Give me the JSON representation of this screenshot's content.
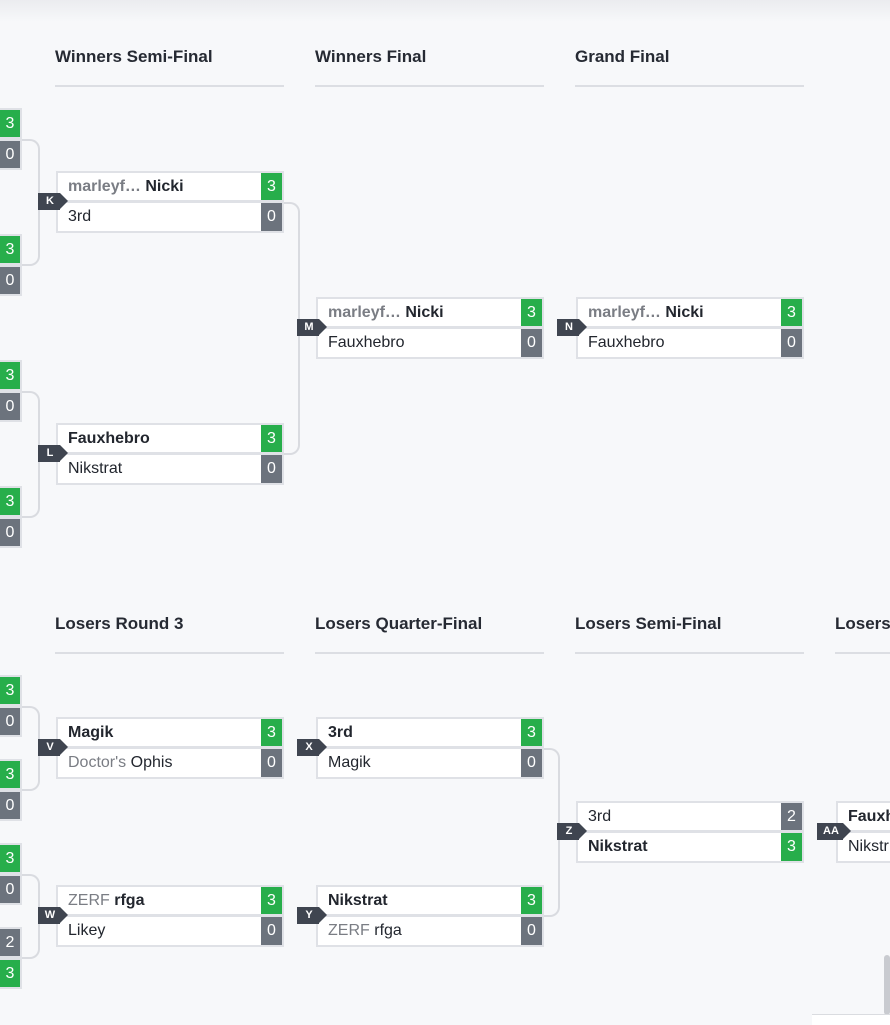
{
  "rounds": {
    "winners_semi": "Winners Semi-Final",
    "winners_final": "Winners Final",
    "grand_final": "Grand Final",
    "losers_r3": "Losers Round 3",
    "losers_qf": "Losers Quarter-Final",
    "losers_sf": "Losers Semi-Final",
    "losers_cut": "Losers"
  },
  "matches": {
    "K": {
      "tag": "K",
      "p1_prefix": "marleyf…",
      "p1_name": "Nicki",
      "p1_score": "3",
      "p2_name": "3rd",
      "p2_score": "0"
    },
    "L": {
      "tag": "L",
      "p1_name": "Fauxhebro",
      "p1_score": "3",
      "p2_name": "Nikstrat",
      "p2_score": "0"
    },
    "M": {
      "tag": "M",
      "p1_prefix": "marleyf…",
      "p1_name": "Nicki",
      "p1_score": "3",
      "p2_name": "Fauxhebro",
      "p2_score": "0"
    },
    "N": {
      "tag": "N",
      "p1_prefix": "marleyf…",
      "p1_name": "Nicki",
      "p1_score": "3",
      "p2_name": "Fauxhebro",
      "p2_score": "0"
    },
    "V": {
      "tag": "V",
      "p1_name": "Magik",
      "p1_score": "3",
      "p2_prefix": "Doctor's",
      "p2_name": "Ophis",
      "p2_score": "0"
    },
    "W": {
      "tag": "W",
      "p1_prefix": "ZERF",
      "p1_name": "rfga",
      "p1_score": "3",
      "p2_name": "Likey",
      "p2_score": "0"
    },
    "X": {
      "tag": "X",
      "p1_name": "3rd",
      "p1_score": "3",
      "p2_name": "Magik",
      "p2_score": "0"
    },
    "Y": {
      "tag": "Y",
      "p1_name": "Nikstrat",
      "p1_score": "3",
      "p2_prefix": "ZERF",
      "p2_name": "rfga",
      "p2_score": "0"
    },
    "Z": {
      "tag": "Z",
      "p1_name": "3rd",
      "p1_score": "2",
      "p2_name": "Nikstrat",
      "p2_score": "3"
    },
    "AA": {
      "tag": "AA",
      "p1_name": "Fauxh",
      "p2_name": "Nikstr"
    }
  },
  "edge_scores": [
    "3",
    "0",
    "3",
    "0",
    "3",
    "0",
    "3",
    "0",
    "3",
    "0",
    "3",
    "0",
    "3",
    "0",
    "2",
    "3"
  ],
  "colors": {
    "win": "#27ae4b",
    "loss": "#6c737d",
    "tag": "#3f4550",
    "background": "#f7f8fa"
  }
}
